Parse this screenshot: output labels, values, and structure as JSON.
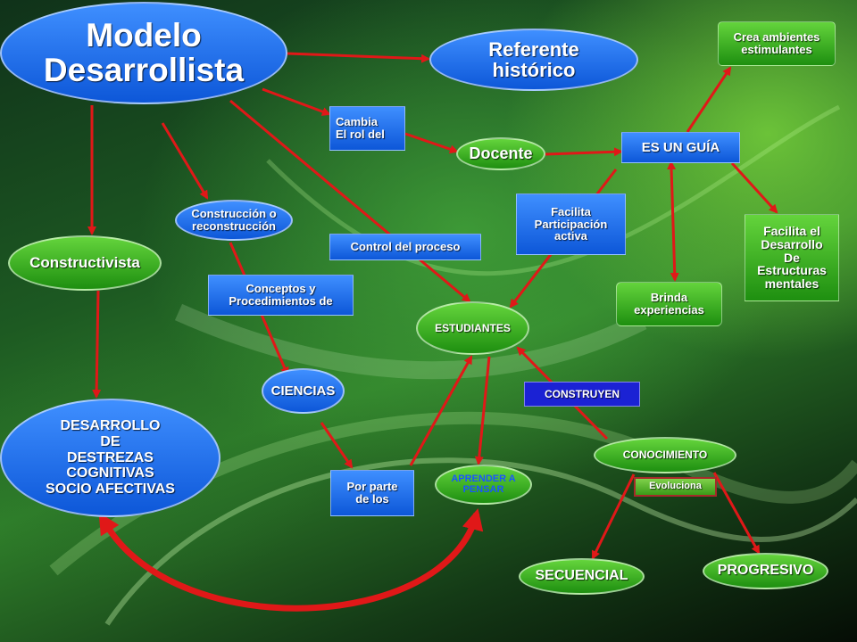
{
  "nodes": {
    "modelo": "Modelo\nDesarrollista",
    "referente": "Referente\nhistórico",
    "crea": "Crea ambientes\nestimulantes",
    "cambia": "Cambia\nEl rol del",
    "docente": "Docente",
    "guia": "ES UN GUÍA",
    "construccion": "Construcción o\nreconstrucción",
    "facilita_participacion": "Facilita\nParticipación\nactiva",
    "facilita_desarrollo": "Facilita el\nDesarrollo\nDe\nEstructuras\nmentales",
    "control": "Control del proceso",
    "constructivista": "Constructivista",
    "conceptos": "Conceptos y\nProcedimientos de",
    "brinda": "Brinda\nexperiencias",
    "estudiantes": "ESTUDIANTES",
    "ciencias": "CIENCIAS",
    "construyen": "CONSTRUYEN",
    "desarrollo": "DESARROLLO\nDE\nDESTREZAS\nCOGNITIVAS\nSOCIO AFECTIVAS",
    "conocimiento": "CONOCIMIENTO",
    "aprender": "APRENDER A\nPENSAR",
    "por_parte": "Por parte\nde los",
    "evoluciona": "Evoluciona",
    "secuencial": "SECUENCIAL",
    "progresivo": "PROGRESIVO"
  },
  "colors": {
    "arrow": "#e01818",
    "box_border": "#a52a2a",
    "aprender_text": "#1a55ff"
  }
}
